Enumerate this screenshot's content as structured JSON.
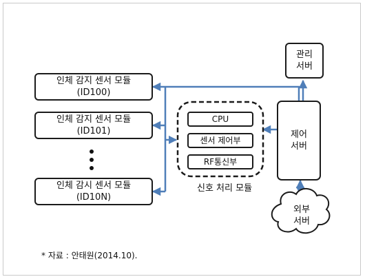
{
  "sensors": [
    {
      "line1": "인체 감지 센서 모듈",
      "line2": "(ID100)"
    },
    {
      "line1": "인체 감지 센서 모듈",
      "line2": "(ID101)"
    },
    {
      "line1": "인체 감시 센서 모듈",
      "line2": "(ID10N)"
    }
  ],
  "signal_module": {
    "cpu": "CPU",
    "sensor_control": "센서 제어부",
    "rf_comm": "RF통신부",
    "label": "신호 처리 모듈"
  },
  "control_server": {
    "line1": "제어",
    "line2": "서버"
  },
  "management_server": {
    "line1": "관리",
    "line2": "서버"
  },
  "external_server": {
    "line1": "외부",
    "line2": "서버"
  },
  "source_note": "* 자료 : 안태원(2014.10).",
  "colors": {
    "arrow": "#4f7eb8",
    "border": "#1a1a1a",
    "frame": "#c9c9c9"
  }
}
